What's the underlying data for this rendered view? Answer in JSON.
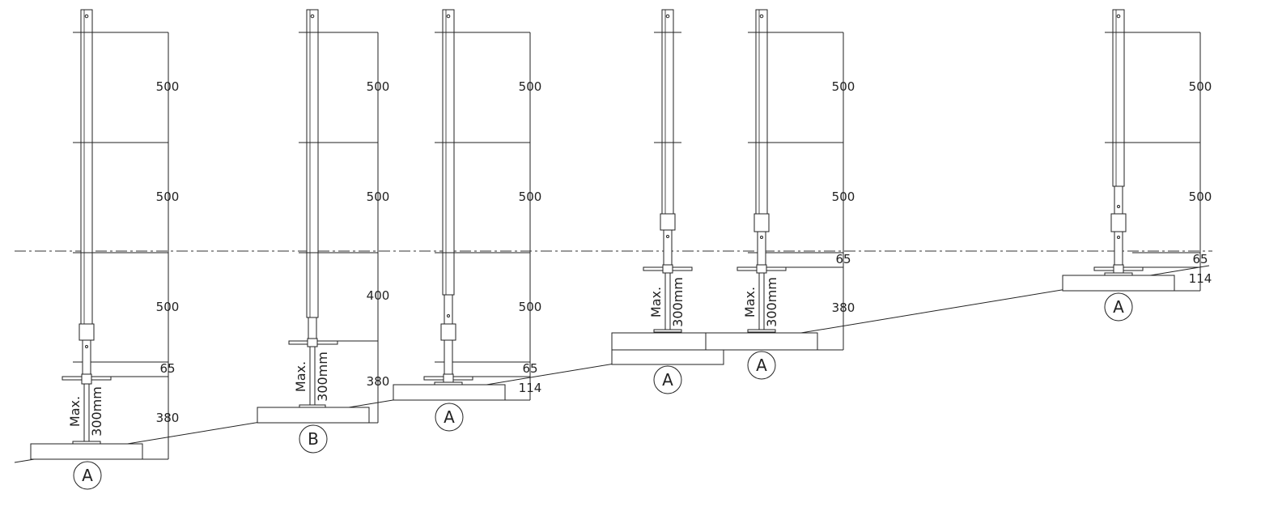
{
  "supports": [
    {
      "id": "s1",
      "dims": [
        "500",
        "500",
        "500",
        "65",
        "380"
      ],
      "jack_note": [
        "Max.",
        "300mm"
      ],
      "base_label": "A"
    },
    {
      "id": "s2",
      "dims": [
        "500",
        "500",
        "400",
        "380"
      ],
      "jack_note": [
        "Max.",
        "300mm"
      ],
      "base_label": "B"
    },
    {
      "id": "s3",
      "dims": [
        "500",
        "500",
        "500",
        "65",
        "114"
      ],
      "base_label": "A"
    },
    {
      "id": "s4",
      "jack_note": [
        "Max.",
        "300mm"
      ],
      "base_label": "A"
    },
    {
      "id": "s5",
      "dims": [
        "500",
        "500",
        "65",
        "380"
      ],
      "jack_note": [
        "Max.",
        "300mm"
      ],
      "base_label": "A"
    },
    {
      "id": "s6",
      "dims": [
        "500",
        "500",
        "65",
        "114"
      ],
      "base_label": "A"
    }
  ]
}
